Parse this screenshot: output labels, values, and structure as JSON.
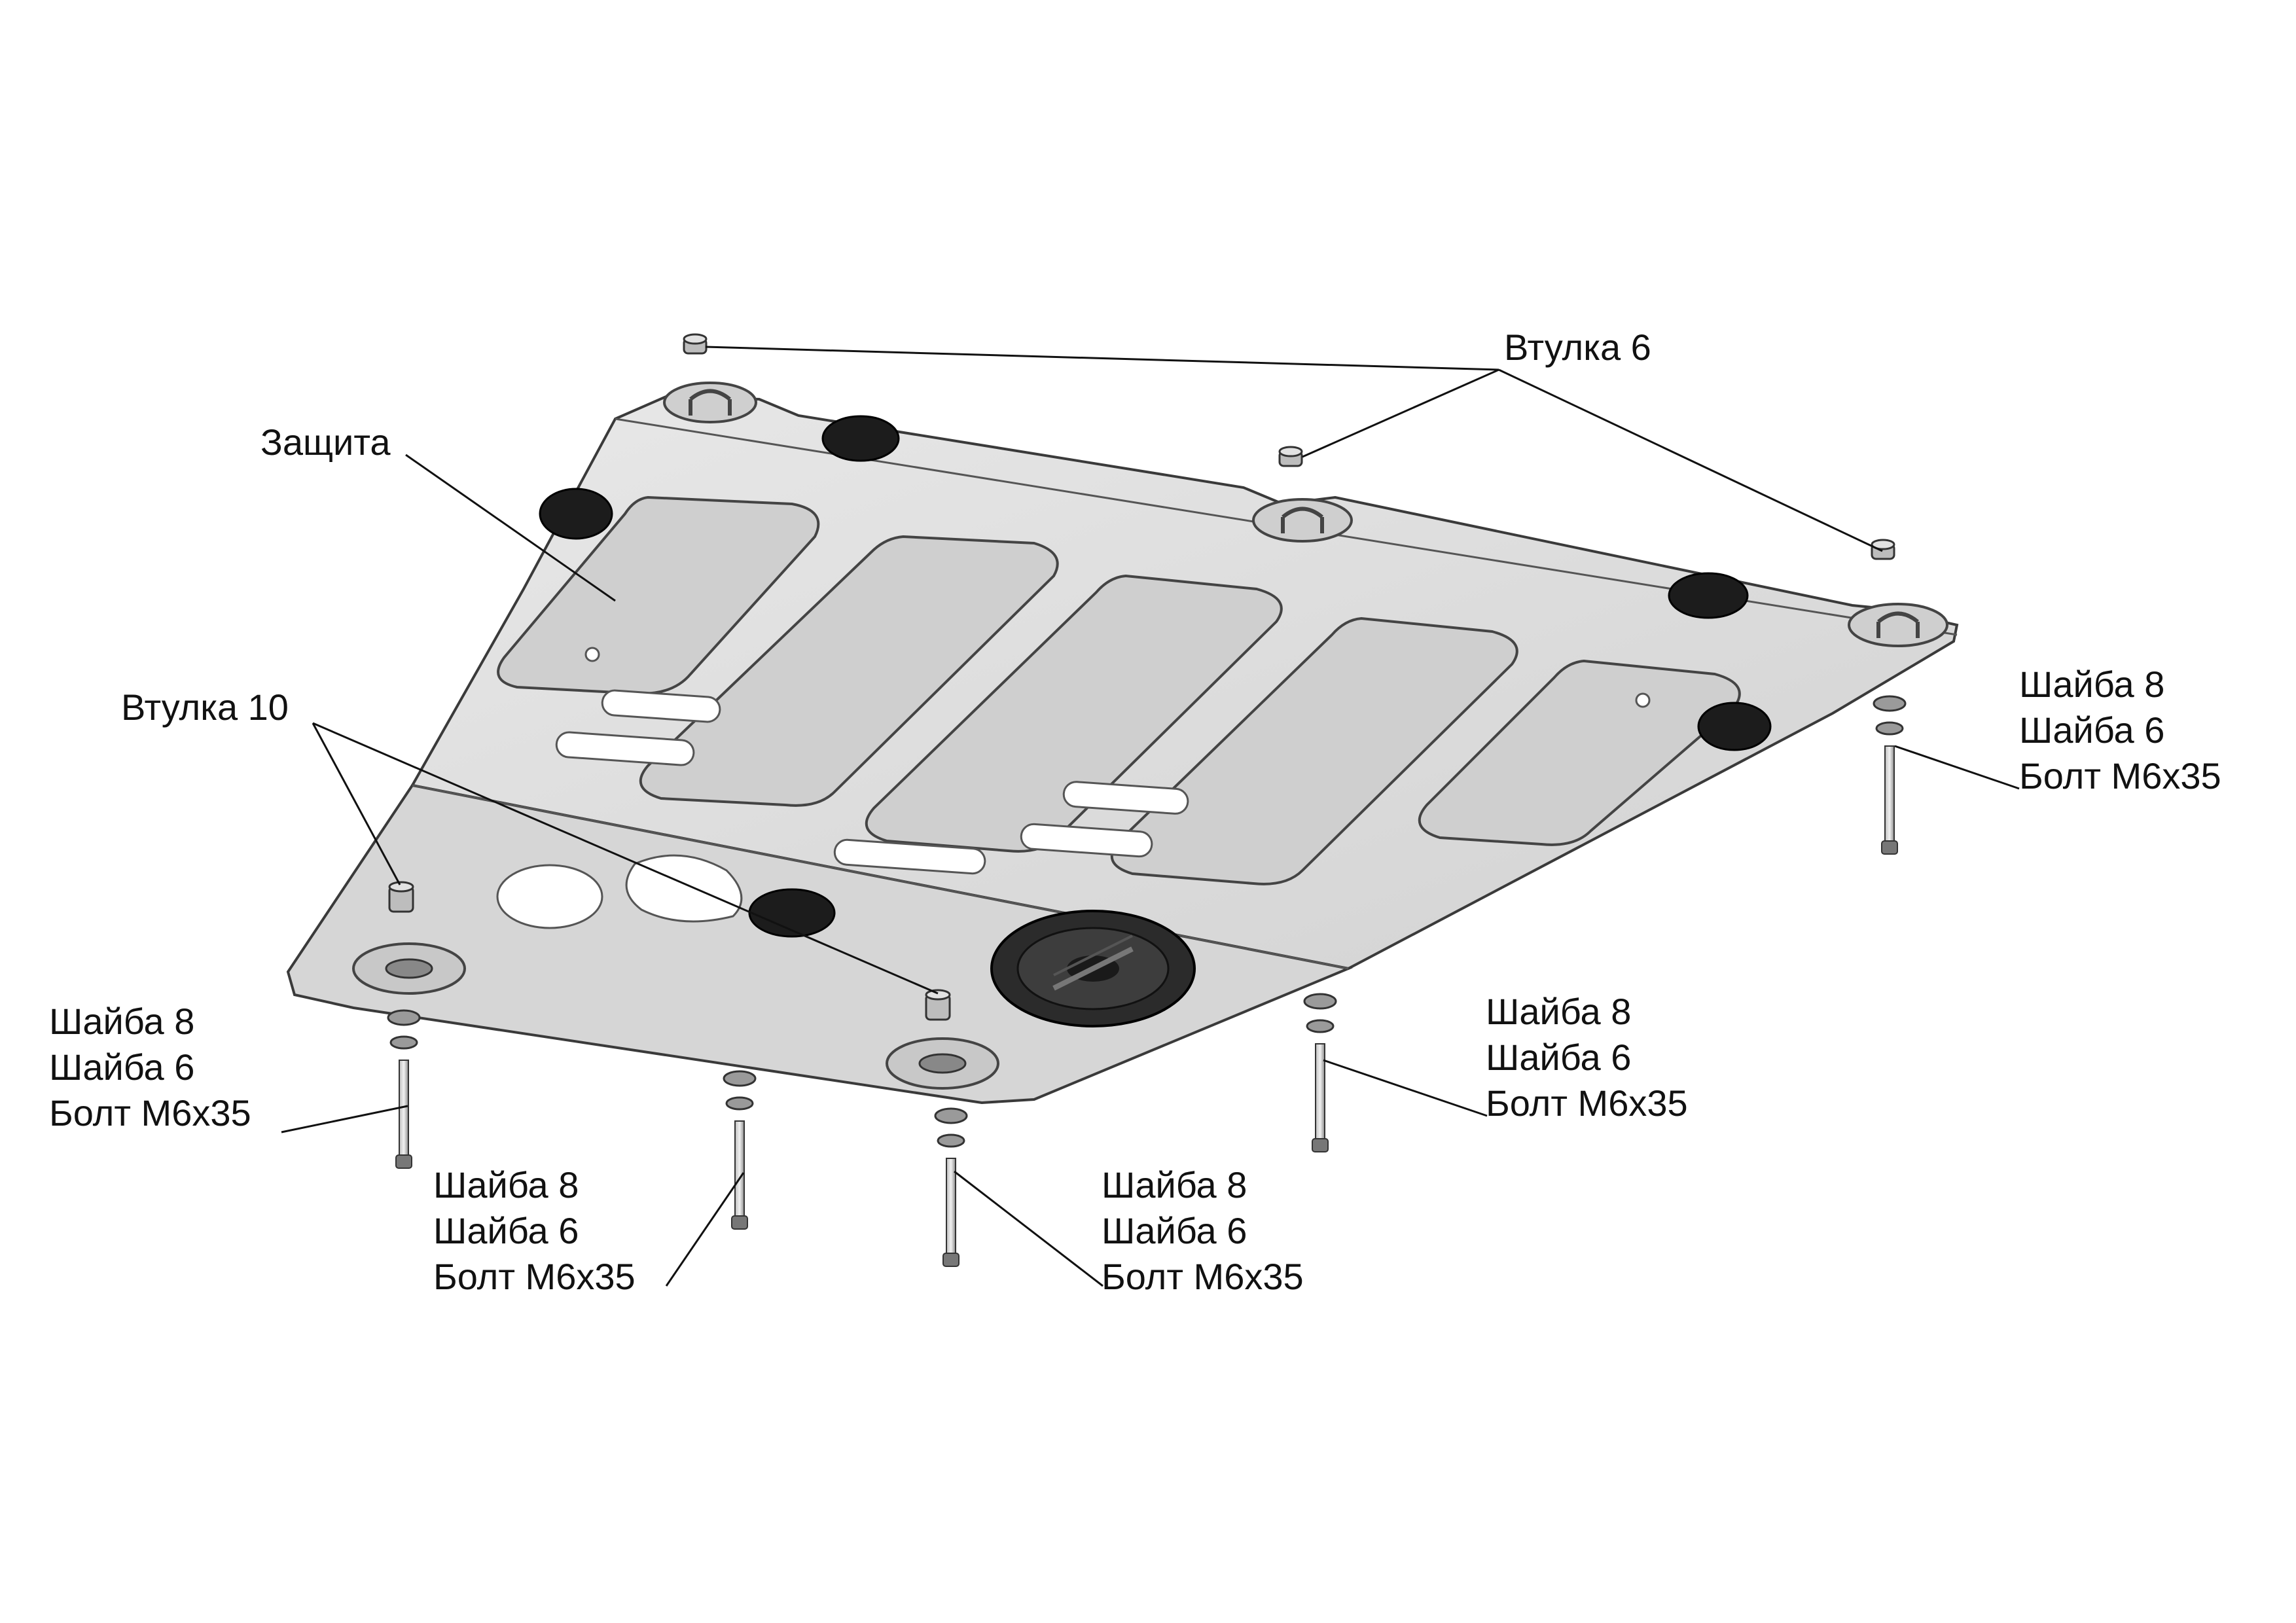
{
  "labels": {
    "protection": "Защита",
    "bushing6": "Втулка 6",
    "bushing10": "Втулка 10"
  },
  "fastener_sets": [
    {
      "id": "right",
      "washer8": "Шайба 8",
      "washer6": "Шайба 6",
      "bolt": "Болт М6х35"
    },
    {
      "id": "left",
      "washer8": "Шайба 8",
      "washer6": "Шайба 6",
      "bolt": "Болт М6х35"
    },
    {
      "id": "bottom-left",
      "washer8": "Шайба 8",
      "washer6": "Шайба 6",
      "bolt": "Болт М6х35"
    },
    {
      "id": "bottom-center",
      "washer8": "Шайба 8",
      "washer6": "Шайба 6",
      "bolt": "Болт М6х35"
    },
    {
      "id": "center-right",
      "washer8": "Шайба 8",
      "washer6": "Шайба 6",
      "bolt": "Болт М6х35"
    }
  ],
  "colors": {
    "plate_fill": "#dcdcdc",
    "plate_edge": "#3a3a3a",
    "rubber_plug": "#1c1c1c",
    "cutout": "#ffffff",
    "text": "#111111"
  },
  "icons": {
    "drain_hatch": "drain-hatch-icon",
    "rubber_plug": "rubber-plug-icon",
    "bushing": "bushing-icon",
    "bolt": "bolt-icon",
    "washer": "washer-icon"
  }
}
